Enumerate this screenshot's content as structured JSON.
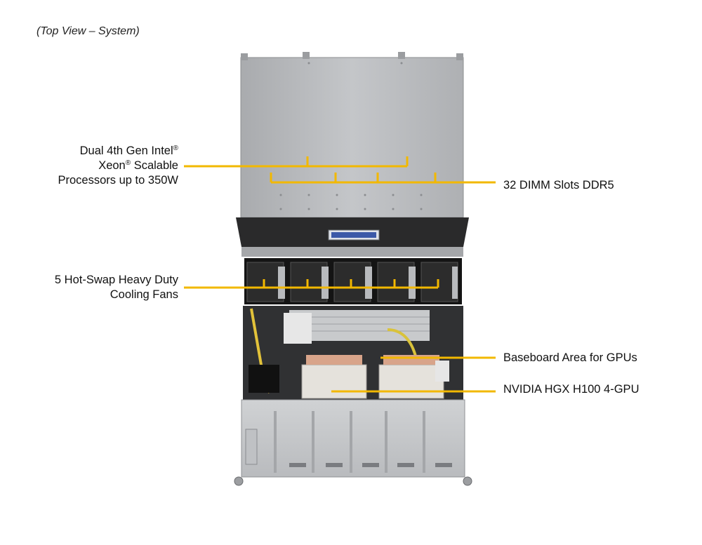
{
  "caption": "(Top View – System)",
  "callouts": {
    "cpu": {
      "line1": "Dual 4th Gen Intel",
      "reg1": "®",
      "line2a": "Xeon",
      "reg2": "®",
      "line2b": " Scalable",
      "line3": "Processors up to 350W"
    },
    "fans": {
      "line1": "5 Hot-Swap Heavy Duty",
      "line2": "Cooling Fans"
    },
    "dimm": {
      "text": "32 DIMM Slots DDR5"
    },
    "gpu_area": {
      "text": "Baseboard Area for GPUs"
    },
    "hgx": {
      "text": "NVIDIA HGX H100 4-GPU"
    }
  },
  "colors": {
    "callout_line": "#f2b800",
    "chassis_metal": "#b7b9bc",
    "fan_black": "#1a1a1a",
    "tray_metal": "#c9cbcd"
  }
}
